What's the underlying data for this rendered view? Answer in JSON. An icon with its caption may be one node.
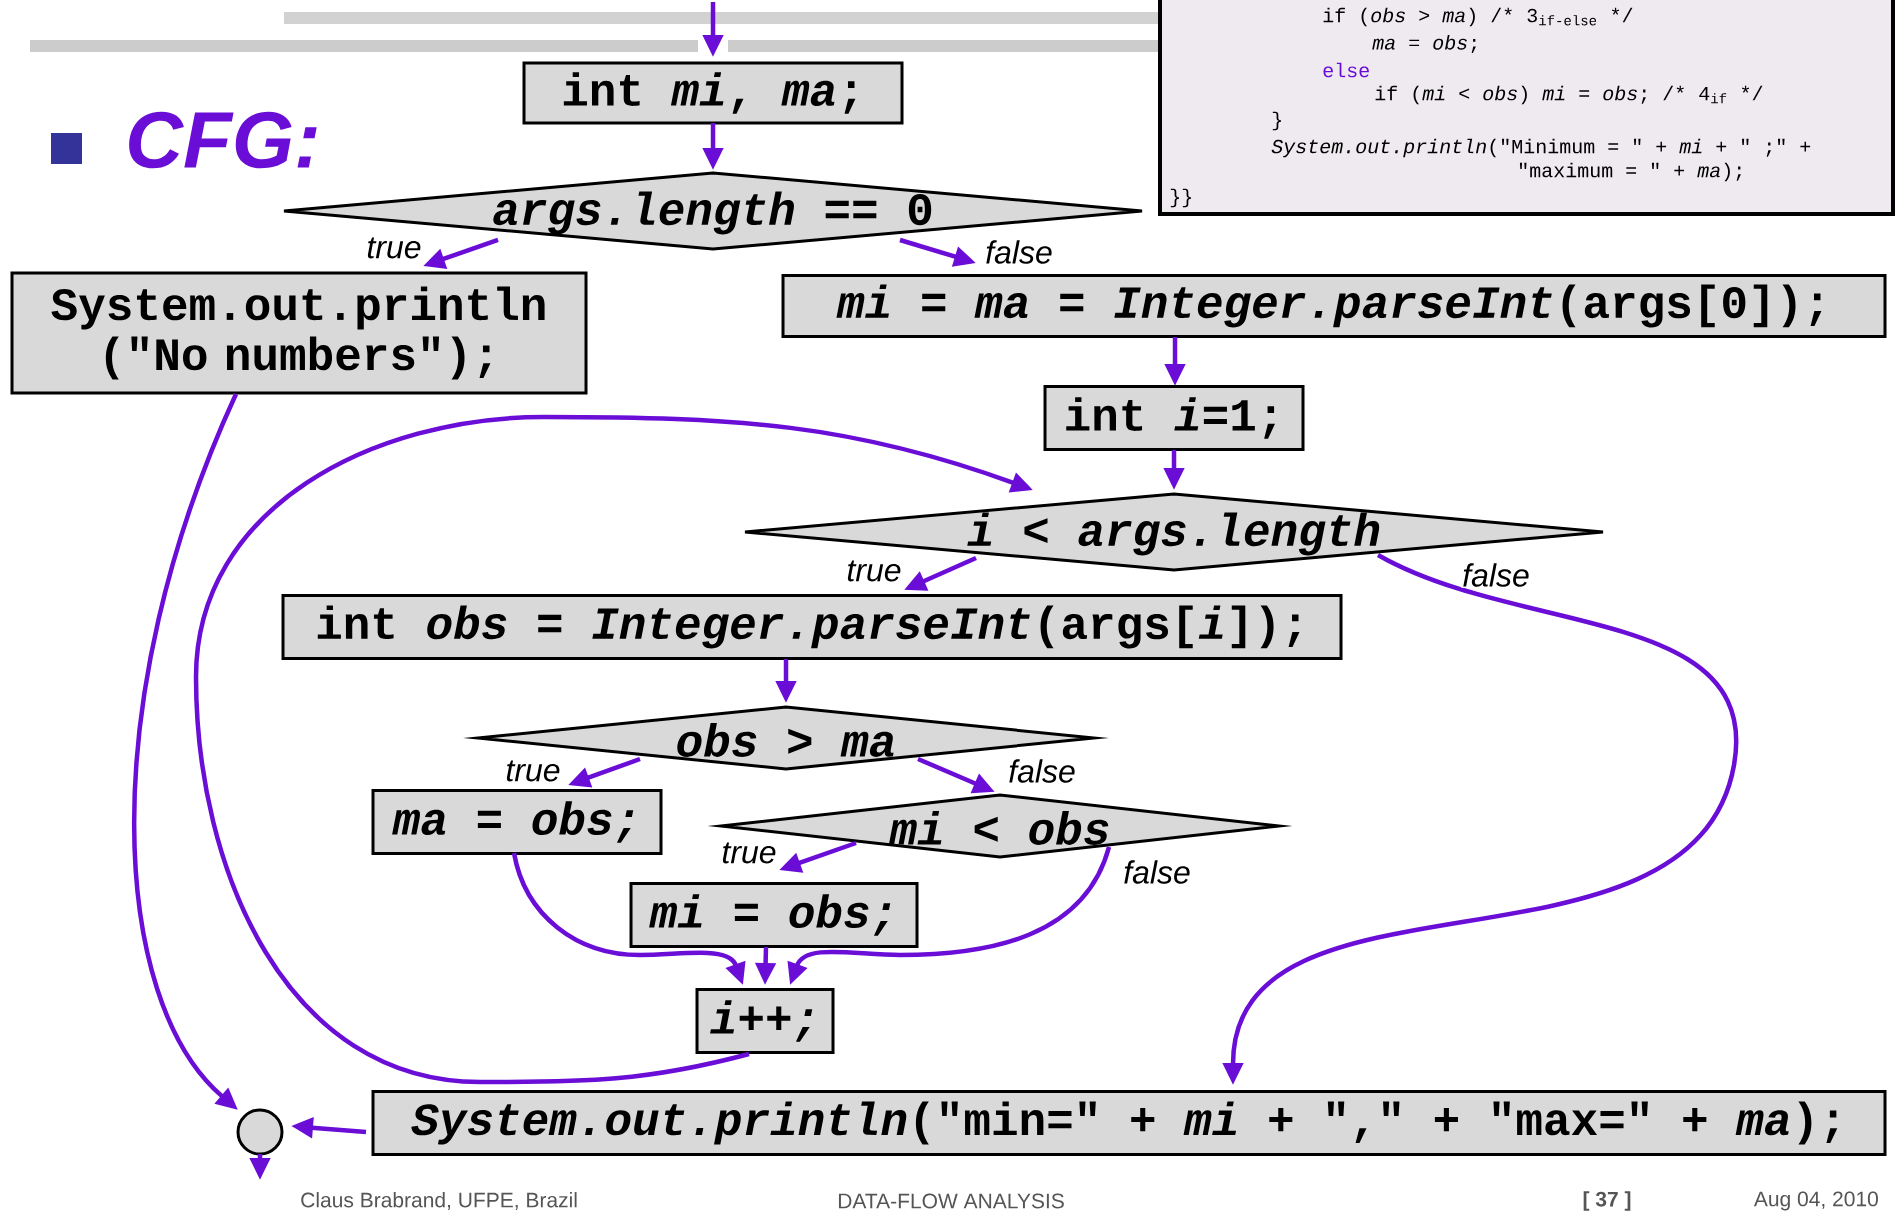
{
  "diagram": {
    "title": "CFG:",
    "nodes": [
      {
        "text": [
          "int *mi*, *ma*;"
        ]
      },
      {
        "text": [
          "*args.length* == 0"
        ]
      },
      {
        "text": [
          "System.out.println (\"No numbers\");"
        ]
      },
      {
        "text": [
          "*mi* = *ma* = *Integer.parseInt*(args[0]);"
        ]
      },
      {
        "text": [
          "int *i*=1;"
        ]
      },
      {
        "text": [
          "*i* < *args.length*"
        ]
      },
      {
        "text": [
          "int *obs* = *Integer.parseInt*(args[*i*]);"
        ]
      },
      {
        "text": [
          "obs > ma"
        ]
      },
      {
        "text": [
          "ma = obs;"
        ]
      },
      {
        "text": [
          "mi < obs"
        ]
      },
      {
        "text": [
          "mi = obs;"
        ]
      },
      {
        "text": [
          "i++;"
        ]
      },
      {
        "text": [
          "*System.out.println*(\"min=\" + *mi* + \",\" + \"max=\" + *ma*);"
        ]
      },
      {
        "text": [],
        "shape": "circle"
      }
    ],
    "edges": [
      {
        "from": null,
        "to": 0,
        "arrow": "to"
      },
      {
        "from": 0,
        "to": 1,
        "arrow": "to"
      },
      {
        "from": 1,
        "to": 2,
        "arrow": "to",
        "label": "true"
      },
      {
        "from": 1,
        "to": 3,
        "arrow": "to",
        "label": "false"
      },
      {
        "from": 3,
        "to": 4,
        "arrow": "to"
      },
      {
        "from": 4,
        "to": 5,
        "arrow": "to"
      },
      {
        "from": 5,
        "to": 6,
        "arrow": "to",
        "label": "true"
      },
      {
        "from": 5,
        "to": 12,
        "arrow": "to",
        "label": "false"
      },
      {
        "from": 6,
        "to": 7,
        "arrow": "to"
      },
      {
        "from": 7,
        "to": 8,
        "arrow": "to",
        "label": "true"
      },
      {
        "from": 7,
        "to": 9,
        "arrow": "to",
        "label": "false"
      },
      {
        "from": 9,
        "to": 10,
        "arrow": "to",
        "label": "true"
      },
      {
        "from": 8,
        "to": 11,
        "arrow": "to"
      },
      {
        "from": 10,
        "to": 11,
        "arrow": "to"
      },
      {
        "from": 9,
        "to": 11,
        "arrow": "to",
        "label": "false"
      },
      {
        "from": 11,
        "to": 5,
        "arrow": "to"
      },
      {
        "from": 2,
        "to": 13,
        "arrow": "to"
      },
      {
        "from": 12,
        "to": 13,
        "arrow": "to"
      },
      {
        "from": 13,
        "to": null,
        "arrow": "to"
      }
    ],
    "labels": [
      "if (*obs* > *ma*) /* 3$_{if-else}$ */",
      "*ma* = *obs*;",
      "else",
      "if (*mi* < *obs*) *mi* = *obs*; /* 4$_{if}$ */",
      "}",
      "*System.out.println*(\"Minimum = \" + *mi* + \" ;\" +",
      "\"maximum = \" + *ma*);",
      "}}",
      "Claus Brabrand, UFPE, Brazil",
      "DATA-FLOW ANALYSIS",
      "[ 37 ]",
      "Aug 04, 2010"
    ]
  }
}
